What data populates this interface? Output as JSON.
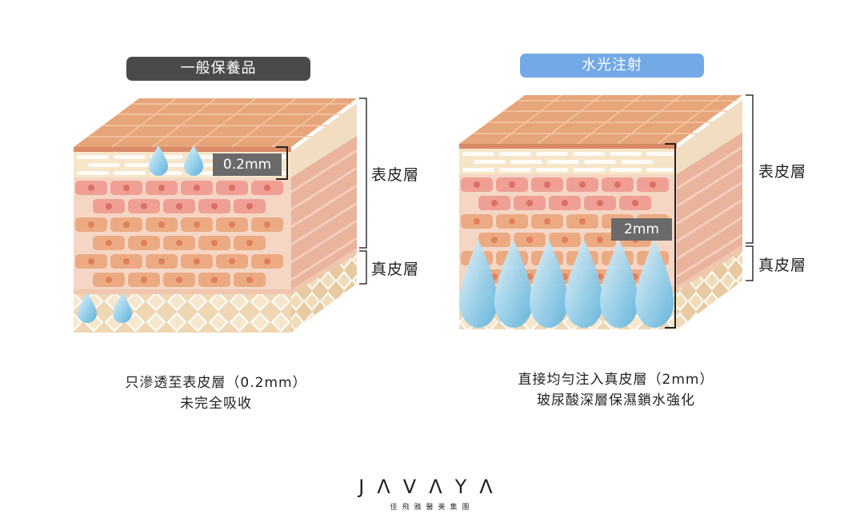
{
  "left": {
    "title": "一般保養品",
    "depth_tag": "0.2mm",
    "layer_epidermis": "表皮層",
    "layer_dermis": "真皮層",
    "desc_line1": "只滲透至表皮層（0.2mm）",
    "desc_line2": "未完全吸收"
  },
  "right": {
    "title": "水光注射",
    "depth_tag": "2mm",
    "layer_epidermis": "表皮層",
    "layer_dermis": "真皮層",
    "desc_line1": "直接均勻注入真皮層（2mm）",
    "desc_line2": "玻尿酸深層保濕鎖水強化"
  },
  "logo": {
    "mark": "JΛVΛYΛ",
    "subtitle": "佳飛雅醫美集團"
  },
  "colors": {
    "pill_dark": "#4a4a4a",
    "pill_blue": "#74a9e7",
    "skin_top": "#e7a97f",
    "epidermis": "#f4e4c9",
    "dermis": "#f0b9a4",
    "water": "#a9d8ef"
  }
}
